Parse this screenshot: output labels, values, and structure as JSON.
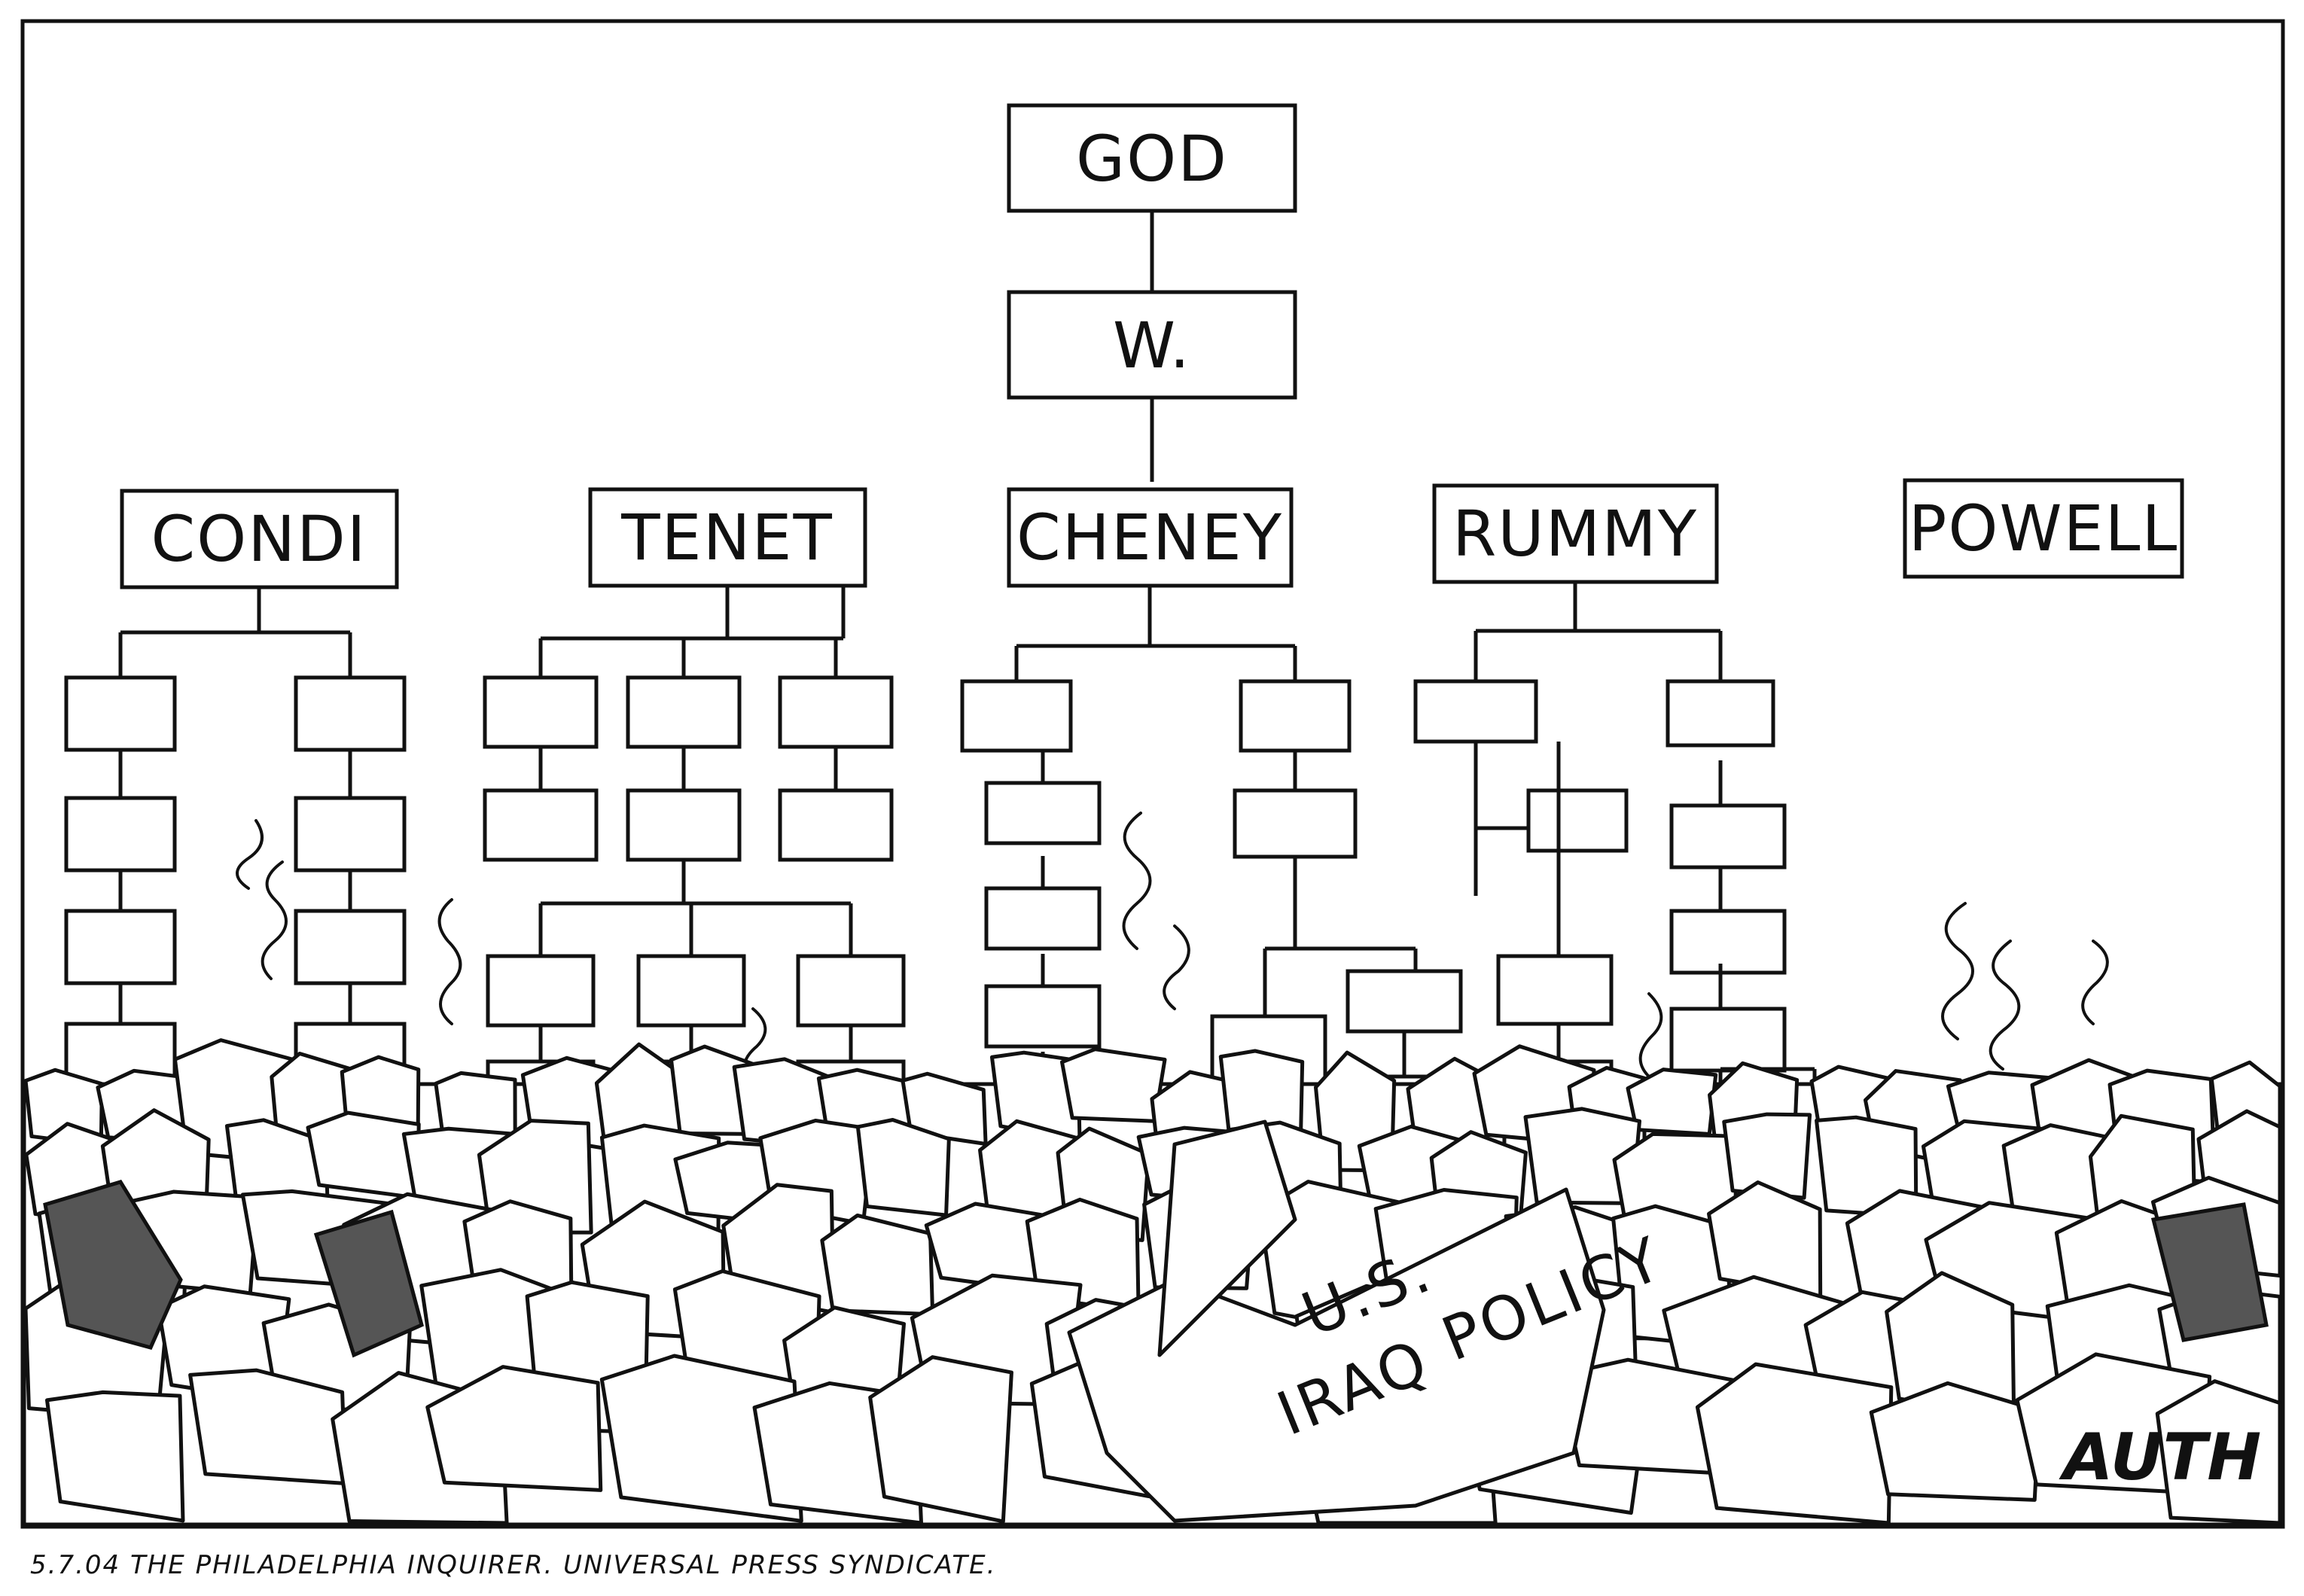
{
  "org_chart": {
    "top": "GOD",
    "second": "W.",
    "departments": [
      "CONDI",
      "TENET",
      "CHENEY",
      "RUMMY",
      "POWELL"
    ]
  },
  "rubble_stone": {
    "line1": "U.S.",
    "line2": "IRAQ",
    "line3": "POLICY"
  },
  "signature": "AUTH",
  "credit_line": "5.7.04 THE PHILADELPHIA INQUIRER. UNIVERSAL PRESS SYNDICATE."
}
